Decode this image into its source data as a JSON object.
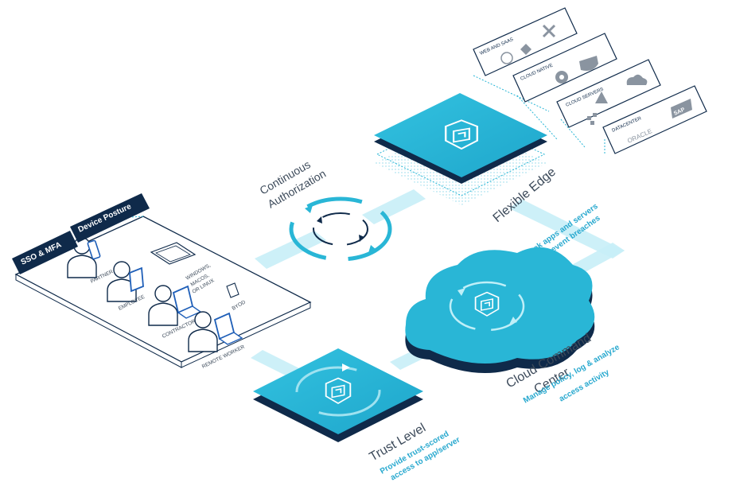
{
  "colors": {
    "navy": "#0f2a4a",
    "cyan": "#29b6d6",
    "cyan_dark": "#1a8fb0",
    "cyan_light": "#9fe2f0",
    "link": "#b6ebf5",
    "text_gray": "#3c4a5a",
    "accent_text": "#29a9cf"
  },
  "badges": {
    "sso_mfa": "SSO & MFA",
    "device_posture": "Device Posture"
  },
  "users": {
    "partner": "PARTNER",
    "employee": "EMPLOYEE",
    "contractor": "CONTRACTOR",
    "remote_worker": "REMOTE WORKER",
    "os_line1": "WINDOWS,",
    "os_line2": "MACOS,",
    "os_line3": "OR LINUX",
    "byod": "BYOD"
  },
  "continuous_auth": {
    "line1": "Continuous",
    "line2": "Authorization"
  },
  "flexible_edge": {
    "title": "Flexible Edge",
    "caption_line1": "Cloak apps and servers",
    "caption_line2": "to prevent breaches"
  },
  "cloud_command": {
    "title_line1": "Cloud Command",
    "title_line2": "Center",
    "caption_line1": "Manage policy, log & analyze",
    "caption_line2": "access activity"
  },
  "trust_level": {
    "title": "Trust Level",
    "caption_line1": "Provide trust-scored",
    "caption_line2": "access to app/server"
  },
  "resources": [
    {
      "label": "WEB AND SAAS",
      "icons": [
        "wordpress-icon",
        "diamond-icon",
        "x-logo-icon"
      ]
    },
    {
      "label": "CLOUD NATIVE",
      "icons": [
        "kubernetes-icon",
        "docker-icon"
      ]
    },
    {
      "label": "CLOUD SERVERS",
      "icons": [
        "azure-icon",
        "gcp-cloud-icon",
        "aws-cubes-icon"
      ]
    },
    {
      "label": "DATACENTER",
      "icons": [
        "oracle-logo",
        "sap-logo"
      ]
    }
  ],
  "logos": {
    "oracle": "ORACLE",
    "sap": "SAP"
  }
}
